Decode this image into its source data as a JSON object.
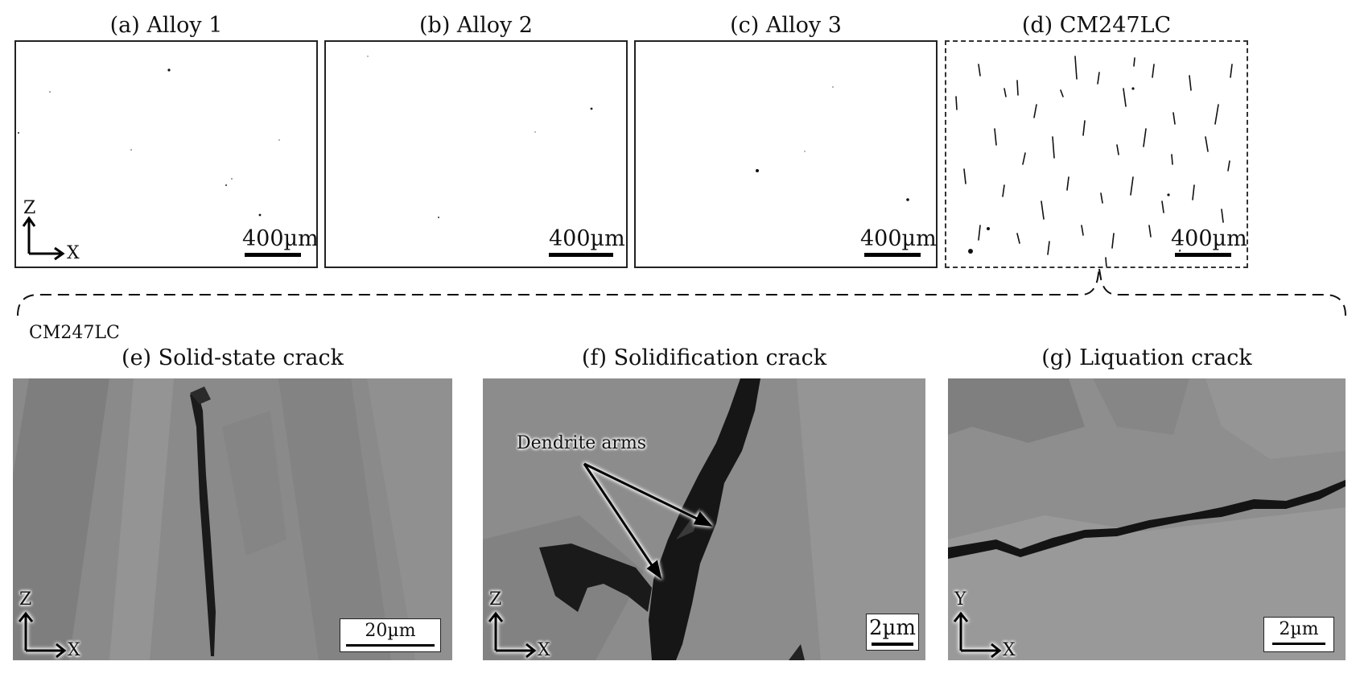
{
  "panels": {
    "a": {
      "title": "(a) Alloy 1",
      "scale": "400µm"
    },
    "b": {
      "title": "(b) Alloy 2",
      "scale": "400µm"
    },
    "c": {
      "title": "(c) Alloy 3",
      "scale": "400µm"
    },
    "d": {
      "title": "(d) CM247LC",
      "scale": "400µm"
    },
    "e": {
      "title": "(e) Solid-state crack",
      "scale": "20µm"
    },
    "f": {
      "title": "(f) Solidification crack",
      "scale": "2µm",
      "annotation": "Dendrite arms"
    },
    "g": {
      "title": "(g) Liquation crack",
      "scale": "2µm"
    }
  },
  "group_label": "CM247LC",
  "axes": {
    "zx": {
      "up": "Z",
      "right": "X"
    },
    "yx": {
      "up": "Y",
      "right": "X"
    }
  },
  "colors": {
    "sem_bg": "#8a8a8a",
    "crack": "#111111",
    "frame": "#222222"
  }
}
